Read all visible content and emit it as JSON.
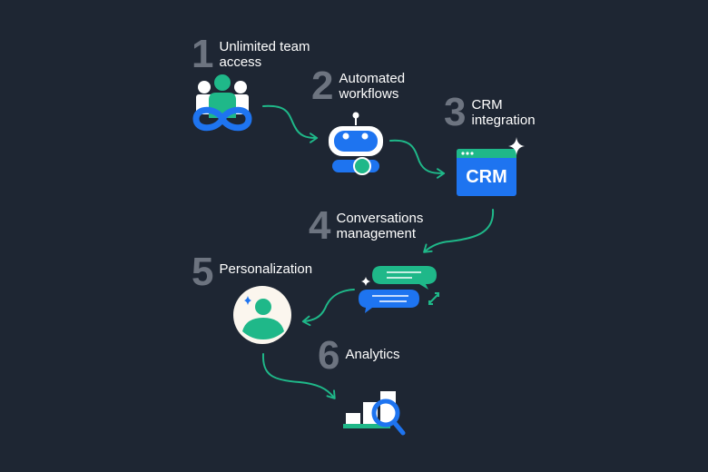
{
  "steps": [
    {
      "number": "1",
      "label": "Unlimited team\naccess",
      "icon": "team-infinity-icon"
    },
    {
      "number": "2",
      "label": "Automated\nworkflows",
      "icon": "robot-icon"
    },
    {
      "number": "3",
      "label": "CRM\nintegration",
      "icon": "crm-window-icon",
      "icon_text": "CRM"
    },
    {
      "number": "4",
      "label": "Conversations\nmanagement",
      "icon": "chat-bubbles-icon"
    },
    {
      "number": "5",
      "label": "Personalization",
      "icon": "user-avatar-icon"
    },
    {
      "number": "6",
      "label": "Analytics",
      "icon": "analytics-magnifier-icon"
    }
  ],
  "colors": {
    "background": "#1e2633",
    "number": "#6d7480",
    "text": "#ffffff",
    "green": "#1fb889",
    "blue": "#1e74f0",
    "arrow": "#1fb889",
    "white": "#ffffff",
    "cream": "#fbf6ee"
  }
}
